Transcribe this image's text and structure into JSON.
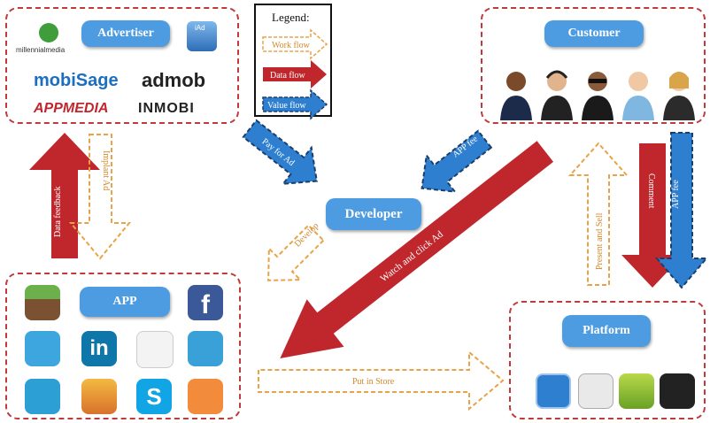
{
  "legend": {
    "title": "Legend:",
    "work_flow": "Work flow",
    "data_flow": "Data flow",
    "value_flow": "Value flow"
  },
  "nodes": {
    "advertiser": "Advertiser",
    "customer": "Customer",
    "developer": "Developer",
    "app": "APP",
    "platform": "Platform"
  },
  "advertiser_logos": {
    "millennial": "millennialmedia",
    "iad": "iAd",
    "mobisage": "mobiSage",
    "admob": "admob",
    "appmedia": "APPMEDIA",
    "inmobi": "INMOBI"
  },
  "arrows": {
    "data_feedback": "Data feedback",
    "implant_ad": "Implant Ad",
    "pay_for_ad": "Pay for Ad",
    "app_fee_customer": "APP fee",
    "watch_click_ad": "Watch and click Ad",
    "develop": "Develop",
    "present_and_sell": "Present and Sell",
    "comment": "Comment",
    "app_fee_platform": "APP fee",
    "put_in_store": "Put in Store"
  },
  "colors": {
    "box_border": "#c0393b",
    "pill": "#4d9be0",
    "data_flow": "#c0272d",
    "value_flow": "#2f7fd0",
    "work_flow": "#e8a34a"
  },
  "app_icons": [
    "minecraft-icon",
    "facebook-icon",
    "twitter-icon",
    "linkedin-icon",
    "qq-penguin-icon",
    "angry-birds-icon",
    "foursquare-icon",
    "bridge-game-icon",
    "skype-icon",
    "alarm-clock-icon"
  ],
  "platform_icons": [
    "app-store-icon",
    "android-market-icon",
    "nokia-store-icon",
    "woo-store-icon"
  ]
}
